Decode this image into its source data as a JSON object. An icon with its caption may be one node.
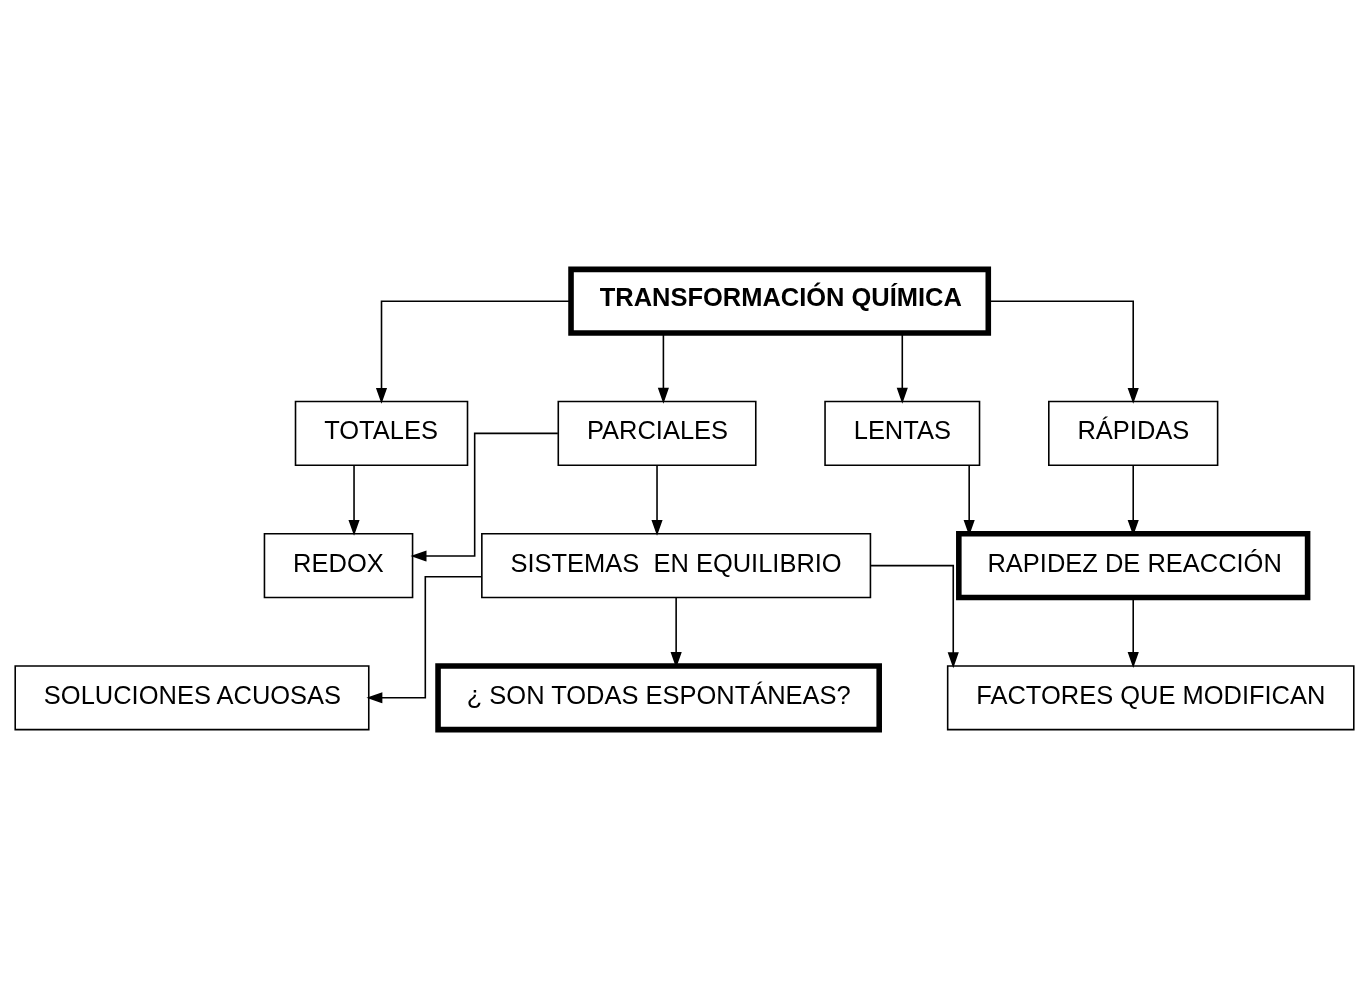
{
  "diagram": {
    "nodes": [
      {
        "text": [
          "TRANSFORMACIÓN QUÍMICA"
        ]
      },
      {
        "text": [
          "TOTALES"
        ]
      },
      {
        "text": [
          "REDOX"
        ]
      },
      {
        "text": [
          "PARCIALES"
        ]
      },
      {
        "text": [
          "LENTAS"
        ]
      },
      {
        "text": [
          "RÁPIDAS"
        ]
      },
      {
        "text": [
          "SOLUCIONES ACUOSAS"
        ]
      },
      {
        "text": [
          "¿ SON TODAS ESPONTÁNEAS?"
        ]
      },
      {
        "text": [
          "SISTEMAS  EN EQUILIBRIO"
        ]
      },
      {
        "text": [
          "RAPIDEZ DE REACCIÓN"
        ]
      },
      {
        "text": [
          "FACTORES QUE MODIFICAN"
        ]
      }
    ],
    "edges": [
      {
        "from": 0,
        "to": 1,
        "arrow": "to"
      },
      {
        "from": 0,
        "to": 3,
        "arrow": "to"
      },
      {
        "from": 0,
        "to": 4,
        "arrow": "to"
      },
      {
        "from": 0,
        "to": 5,
        "arrow": "to"
      },
      {
        "from": 1,
        "to": 2,
        "arrow": "to"
      },
      {
        "from": 3,
        "to": 2,
        "arrow": "to"
      },
      {
        "from": 3,
        "to": 8,
        "arrow": "to"
      },
      {
        "from": 8,
        "to": 6,
        "arrow": "to"
      },
      {
        "from": 8,
        "to": 7,
        "arrow": "to"
      },
      {
        "from": 8,
        "to": 10,
        "arrow": "to"
      },
      {
        "from": 4,
        "to": 9,
        "arrow": "to"
      },
      {
        "from": 5,
        "to": 9,
        "arrow": "to"
      },
      {
        "from": 9,
        "to": 10,
        "arrow": "to"
      }
    ]
  }
}
